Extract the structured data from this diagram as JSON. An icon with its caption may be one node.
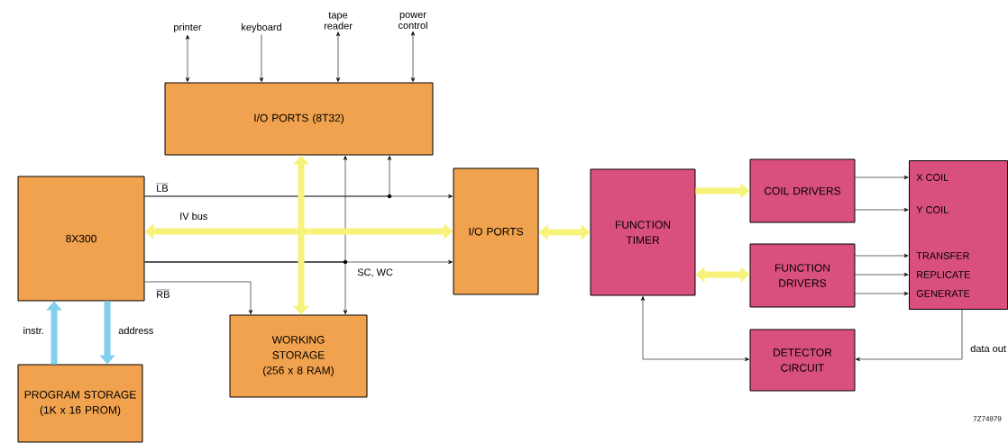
{
  "diagram": {
    "nodes": [
      {
        "text": [
          "printer"
        ]
      },
      {
        "text": [
          "keyboard"
        ]
      },
      {
        "text": [
          "tape reader"
        ]
      },
      {
        "text": [
          "power control"
        ]
      },
      {
        "text": [
          "I/O PORTS (8T32)"
        ]
      },
      {
        "text": [
          "8X300"
        ]
      },
      {
        "text": [
          "I/O PORTS"
        ]
      },
      {
        "text": [
          "FUNCTION TIMER"
        ]
      },
      {
        "text": [
          "COIL DRIVERS"
        ]
      },
      {
        "text": [
          "FUNCTION DRIVERS"
        ]
      },
      {
        "text": [
          "X COIL",
          "Y COIL",
          "TRANSFER",
          "REPLICATE",
          "GENERATE"
        ]
      },
      {
        "text": [
          "DETECTOR CIRCUIT"
        ]
      },
      {
        "text": [
          "WORKING STORAGE (256 x 8 RAM)"
        ]
      },
      {
        "text": [
          "PROGRAM STORAGE (1K x 16 PROM)"
        ]
      }
    ],
    "edges": [
      {
        "from": 4,
        "to": 0,
        "arrow": "both"
      },
      {
        "from": 1,
        "to": 4,
        "arrow": "to"
      },
      {
        "from": 4,
        "to": 2,
        "arrow": "both"
      },
      {
        "from": 4,
        "to": 3,
        "arrow": "both"
      },
      {
        "from": 5,
        "to": 6,
        "arrow": "to",
        "label": "LB"
      },
      {
        "from": 5,
        "to": 4,
        "arrow": "to"
      },
      {
        "from": 5,
        "to": 6,
        "arrow": "to",
        "label": "SC, WC"
      },
      {
        "from": 5,
        "to": 4,
        "arrow": "to"
      },
      {
        "from": 5,
        "to": 12,
        "arrow": "to"
      },
      {
        "from": 5,
        "to": 12,
        "arrow": "to",
        "label": "RB"
      },
      {
        "from": 5,
        "to": 6,
        "arrow": "both",
        "label": "IV bus",
        "style": "thick",
        "color": "#f7f27a"
      },
      {
        "from": 4,
        "to": 12,
        "arrow": "both",
        "style": "thick",
        "color": "#f7f27a"
      },
      {
        "from": 6,
        "to": 7,
        "arrow": "both",
        "style": "thick",
        "color": "#f7f27a"
      },
      {
        "from": 7,
        "to": 8,
        "arrow": "to",
        "style": "thick",
        "color": "#f7f27a"
      },
      {
        "from": 9,
        "to": 7,
        "arrow": "both",
        "style": "thick",
        "color": "#f7f27a"
      },
      {
        "from": 8,
        "to": 10,
        "arrow": "to"
      },
      {
        "from": 8,
        "to": 10,
        "arrow": "to"
      },
      {
        "from": 9,
        "to": 10,
        "arrow": "to"
      },
      {
        "from": 9,
        "to": 10,
        "arrow": "to"
      },
      {
        "from": 9,
        "to": 10,
        "arrow": "to"
      },
      {
        "from": 10,
        "to": 11,
        "arrow": "to",
        "label": "data out"
      },
      {
        "from": 11,
        "to": 7,
        "arrow": "both"
      },
      {
        "from": 13,
        "to": 5,
        "arrow": "to",
        "label": "instr.",
        "style": "thick",
        "color": "#80d0ee"
      },
      {
        "from": 5,
        "to": 13,
        "arrow": "to",
        "label": "address",
        "style": "thick",
        "color": "#80d0ee"
      }
    ],
    "labels": [
      "7Z74979"
    ]
  }
}
